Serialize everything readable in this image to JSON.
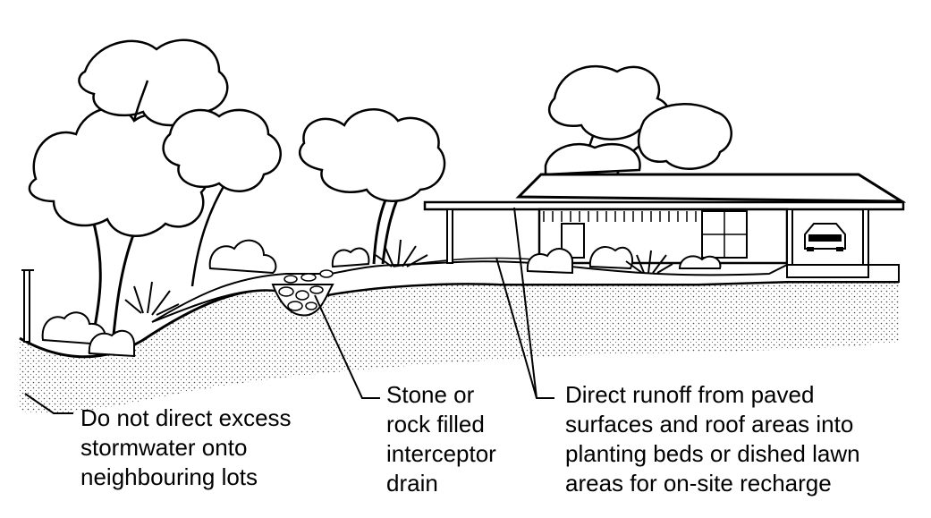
{
  "labels": {
    "neighbour": [
      "Do not direct excess",
      "stormwater onto",
      "neighbouring lots"
    ],
    "drain": [
      "Stone or",
      "rock filled",
      "interceptor",
      "drain"
    ],
    "runoff": [
      "Direct runoff from paved",
      "surfaces and roof areas into",
      "planting beds or dished lawn",
      "areas for on-site recharge"
    ]
  },
  "colors": {
    "ink": "#000000",
    "paper": "#ffffff",
    "soil": "#d9d9d9"
  },
  "icons": [
    "tree",
    "house",
    "car",
    "shrub",
    "stone-drain",
    "post"
  ]
}
